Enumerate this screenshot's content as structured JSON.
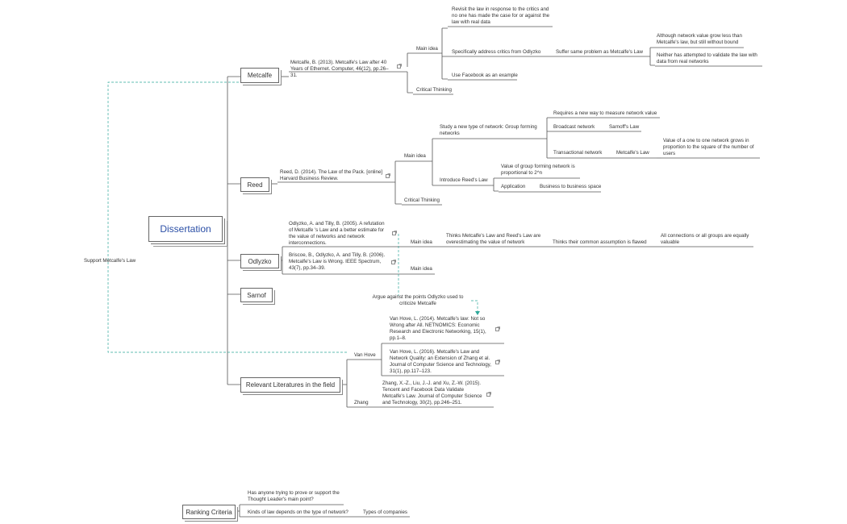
{
  "root": "Dissertation",
  "relations": {
    "support": "Support Metcalfe's Law",
    "argue": "Argue against the points Odlyzko used to criticize Metcalfe"
  },
  "metcalfe": {
    "label": "Metcalfe",
    "ref": "Metcalfe, B. (2013). Metcalfe's Law after 40 Years of Ethernet. Computer, 46(12), pp.26–31.",
    "main_idea": "Main idea",
    "idea1": "Revisit the law in response to the critics and no one has made the case for or against the law with real data",
    "idea2": "Specifically address critics from Odlyzko",
    "idea2_child": "Suffer same problem as Metcalfe's Law",
    "idea2_c1": "Although network value grow less than Metcalfe's law, but still without bound",
    "idea2_c2": "Neither has attempted to validate the law with data from real networks",
    "idea3": "Use Facebook as an example",
    "critical": "Critical Thinking"
  },
  "reed": {
    "label": "Reed",
    "ref": "Reed, D. (2014). The Law of the Pack. [online] Harvard Business Review.",
    "main_idea": "Main idea",
    "study": "Study a new type of network: Group forming networks",
    "measure": "Requires a new way to measure network value",
    "broadcast": "Broadcast network",
    "sarnoff_law": "Sarnoff's Law",
    "transactional": "Transactional network",
    "metcalfe_law": "Metcalfe's Law",
    "value_desc": "Value of a one to one network grows in proportion to the square of the number of users",
    "introduce": "Introduce Reed's Law",
    "group_value": "Value of group forming network is proportional to 2^n",
    "application": "Application",
    "b2b": "Business to business space",
    "critical": "Critical Thinking"
  },
  "odlyzko": {
    "label": "Odlyzko",
    "ref1": "Odlyzko, A. and Tilly, B. (2005). A refutation of Metcalfe 's Law and a better estimate for the value of networks and network interconnections.",
    "ref2": "Briscoe, B., Odlyzko, A. and Tilly, B. (2006). Metcalfe's Law is Wrong. IEEE Spectrum, 43(7), pp.34–39.",
    "main_idea1": "Main idea",
    "main_idea2": "Main idea",
    "thinks": "Thinks Metcalfe's Law and Reed's Law are overestimating the value of network",
    "flawed": "Thinks their common assumption is flawed",
    "connections": "All connections or all groups are equally valuable"
  },
  "sarnof": {
    "label": "Sarnof"
  },
  "relevant": {
    "label": "Relevant Literatures in the field",
    "vanhove": "Van Hove",
    "vh_ref1": "Van Hove, L. (2014). Metcalfe's law: Not so Wrong after All. NETNOMICS: Economic Research and Electronic Networking, 15(1), pp.1–8.",
    "vh_ref2": "Van Hove, L. (2016). Metcalfe's Law and Network Quality: an Extension of Zhang et al. Journal of Computer Science and Technology, 31(1), pp.117–123.",
    "zhang": "Zhang",
    "zh_ref": "Zhang, X.-Z., Liu, J.-J. and Xu, Z.-W. (2015). Tencent and Facebook Data Validate Metcalfe's Law. Journal of Computer Science and Technology, 30(2), pp.246–251."
  },
  "ranking": {
    "label": "Ranking Criteria",
    "q1": "Has anyone trying to prove or support the Thought Leader's main point?",
    "q2": "Kinds of law depends on the type of network?",
    "types": "Types of companies"
  },
  "colors": {
    "line": "#555555",
    "relation": "#2ea89a",
    "root_text": "#2b4fa6"
  }
}
